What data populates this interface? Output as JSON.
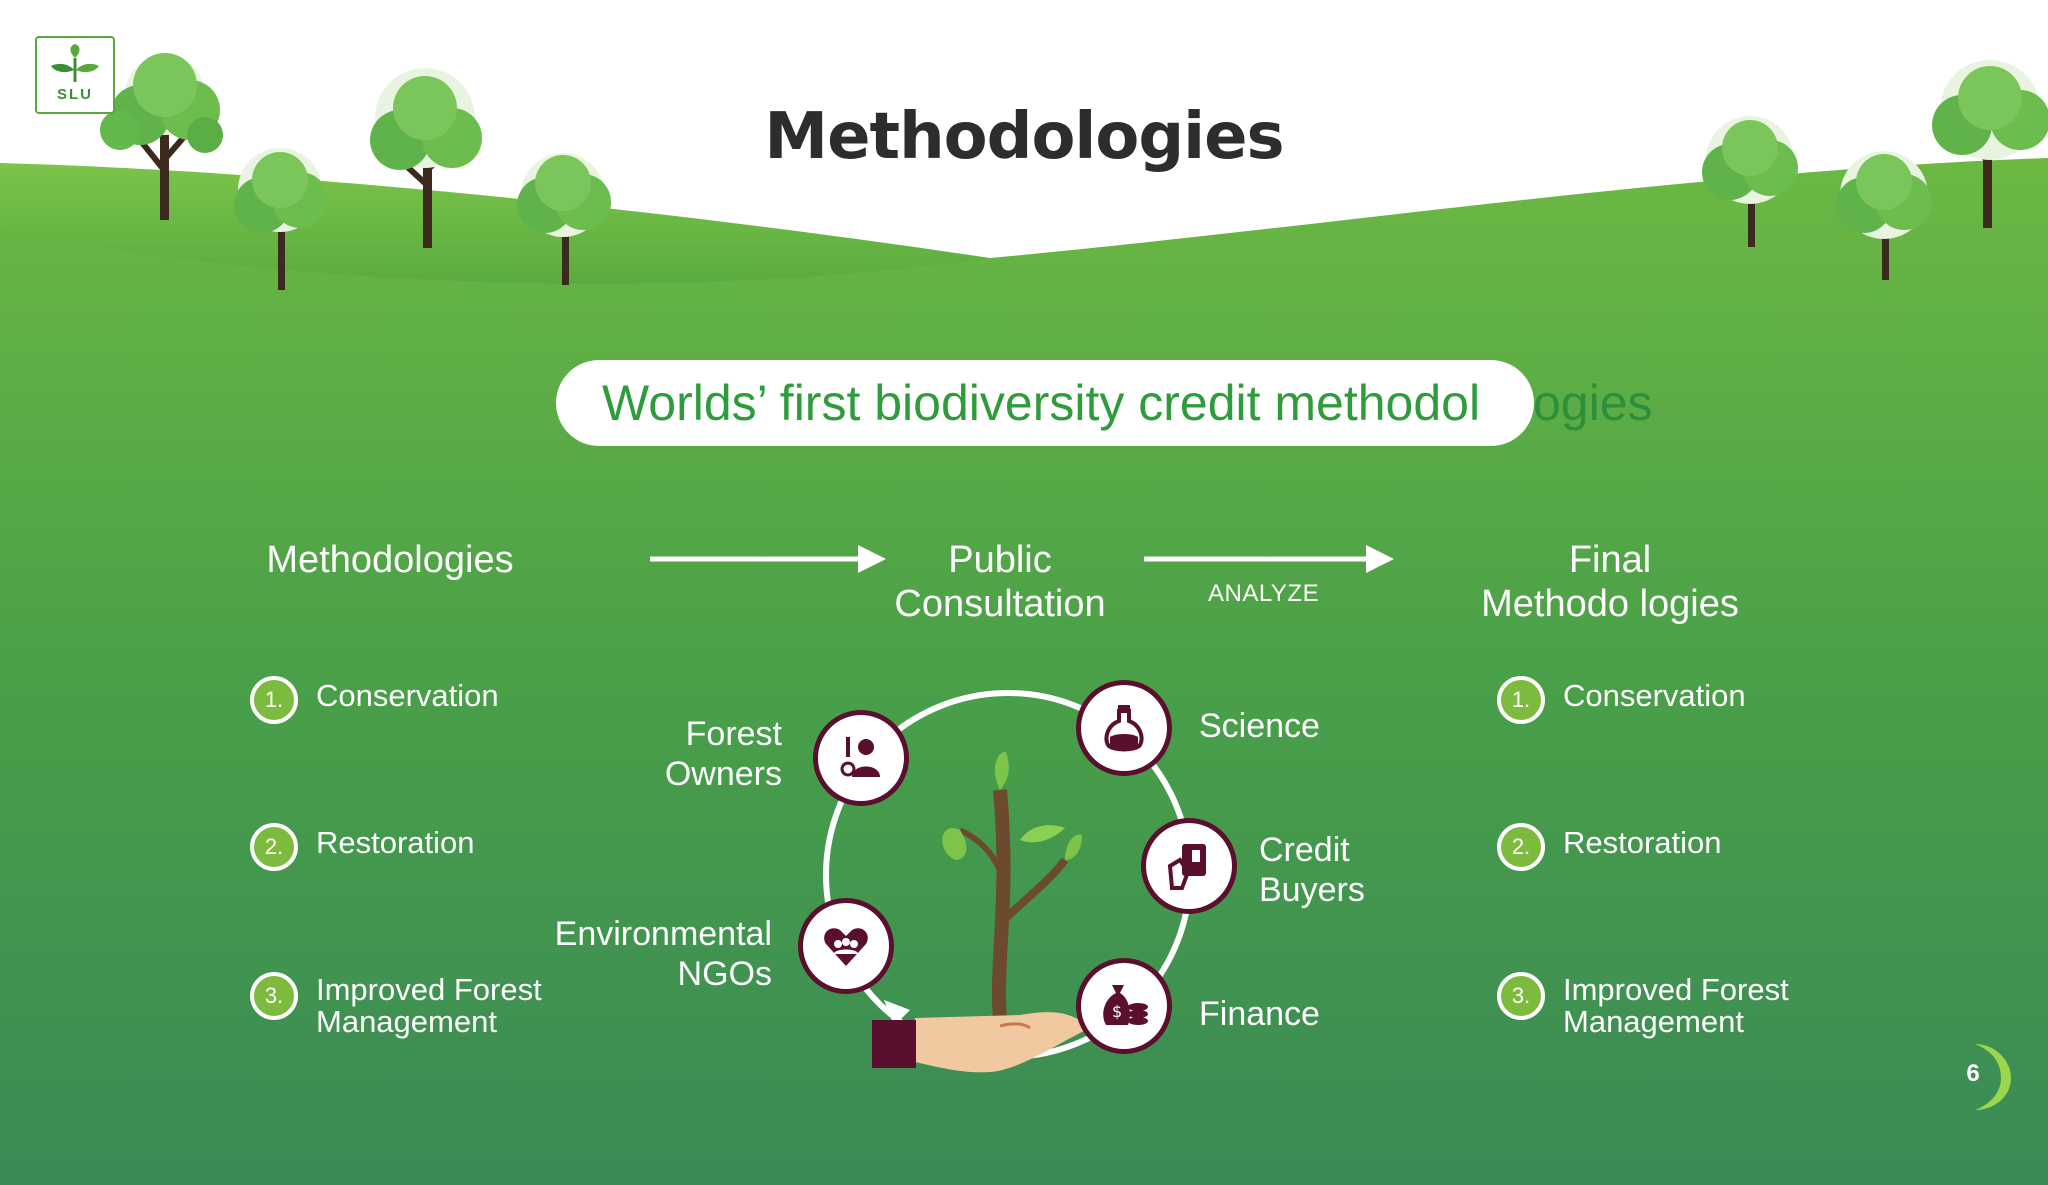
{
  "slide": {
    "title": "Methodologies",
    "logo_text": "SLU",
    "page_number": "6"
  },
  "banner": {
    "text": "Worlds’ first biodiversity credit methodol",
    "text_tail": "ogies"
  },
  "flow": {
    "stage1": "Methodologies",
    "stage2_line1": "Public",
    "stage2_line2": "Consultation",
    "arrow2_label": "ANALYZE",
    "stage3_line1": "Final",
    "stage3_line2": "Methodo logies"
  },
  "left_list": [
    {
      "num": "1.",
      "line1": "Conservation",
      "line2": ""
    },
    {
      "num": "2.",
      "line1": "Restoration",
      "line2": ""
    },
    {
      "num": "3.",
      "line1": "Improved Forest",
      "line2": "Management"
    }
  ],
  "right_list": [
    {
      "num": "1.",
      "line1": "Conservation",
      "line2": ""
    },
    {
      "num": "2.",
      "line1": "Restoration",
      "line2": ""
    },
    {
      "num": "3.",
      "line1": "Improved Forest",
      "line2": "Management"
    }
  ],
  "stakeholders": {
    "forest_owners": {
      "line1": "Forest",
      "line2": "Owners",
      "icon": "forest-owner-icon"
    },
    "environmental_ngos": {
      "line1": "Environmental",
      "line2": "NGOs",
      "icon": "heart-people-icon"
    },
    "science": {
      "line1": "Science",
      "icon": "flask-icon"
    },
    "credit_buyers": {
      "line1": "Credit",
      "line2": "Buyers",
      "icon": "hand-card-icon"
    },
    "finance": {
      "line1": "Finance",
      "icon": "money-bag-icon"
    }
  },
  "colors": {
    "grass_light": "#6cb843",
    "grass_dark": "#3a8a56",
    "accent_maroon": "#5a0f2e",
    "badge_green": "#7dbb3f",
    "banner_text": "#2f9c3b"
  }
}
